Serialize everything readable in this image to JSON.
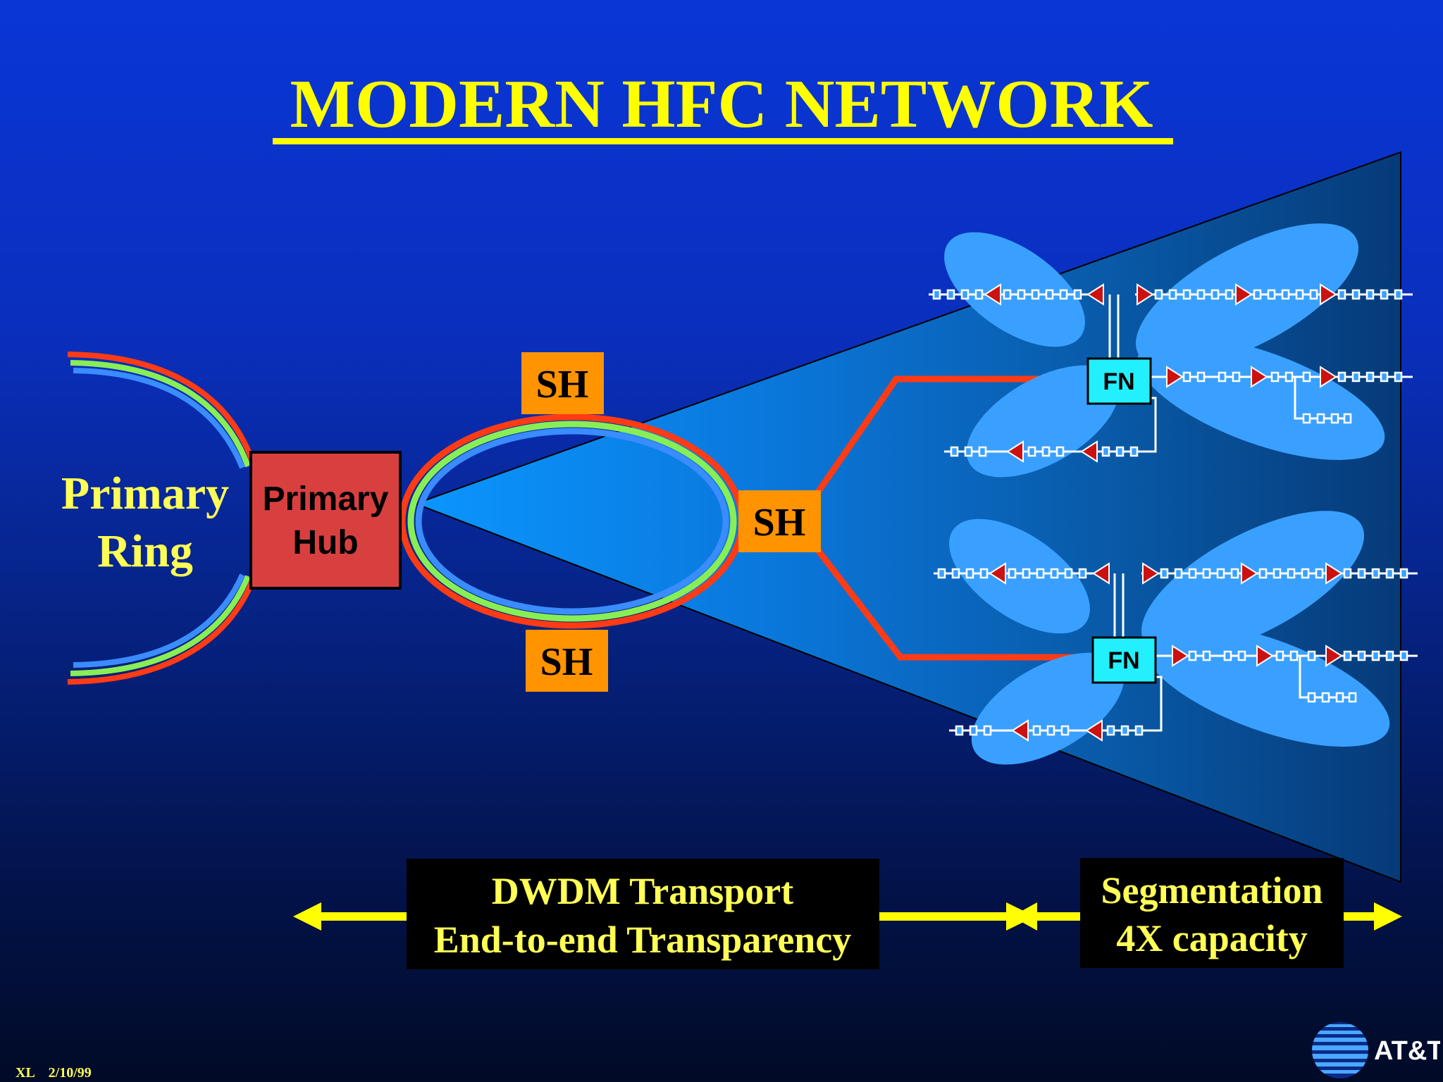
{
  "slide": {
    "title": "MODERN HFC NETWORK",
    "primary_ring": [
      "Primary",
      "Ring"
    ],
    "primary_hub": [
      "Primary",
      "Hub"
    ],
    "secondary_hubs": [
      "SH",
      "SH",
      "SH"
    ],
    "fiber_nodes": [
      "FN",
      "FN"
    ],
    "transport_box": [
      "DWDM Transport",
      "End-to-end Transparency"
    ],
    "segmentation_box": [
      "Segmentation",
      "4X capacity"
    ],
    "footer": "XL    2/10/99",
    "logo_text": "AT&T"
  },
  "colors": {
    "title": "#ffff00",
    "label": "#ffff55",
    "hub_fill": "#d84040",
    "sh_fill": "#ff9300",
    "fn_fill": "#22f0ff",
    "fiber_red": "#ff3b16",
    "fiber_green": "#88ee55",
    "fiber_blue": "#3a8cff",
    "amp_red": "#cc1111"
  }
}
